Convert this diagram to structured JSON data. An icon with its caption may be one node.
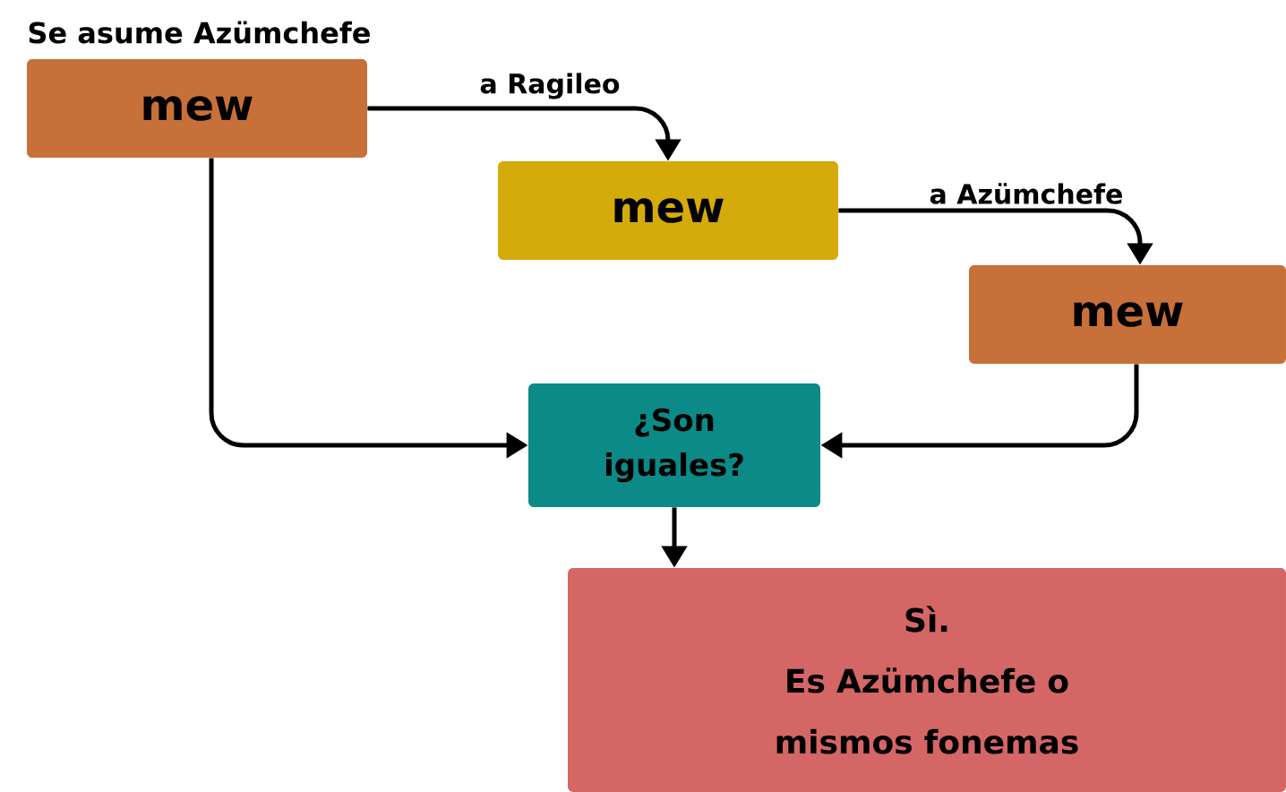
{
  "diagram": {
    "nodes": [
      {
        "text": [
          "Se asume Azümchefe",
          "mew"
        ]
      },
      {
        "text": [
          "mew"
        ]
      },
      {
        "text": [
          "mew"
        ]
      },
      {
        "text": [
          "¿Son iguales?"
        ]
      },
      {
        "text": [
          "Sì.",
          "Es Azümchefe o mismos fonemas"
        ]
      }
    ],
    "edges": [
      {
        "from": 0,
        "to": 1,
        "arrow": "to",
        "label": "a Ragileo"
      },
      {
        "from": 1,
        "to": 2,
        "arrow": "to",
        "label": "a Azümchefe"
      },
      {
        "from": 0,
        "to": 3,
        "arrow": "to"
      },
      {
        "from": 2,
        "to": 3,
        "arrow": "to"
      },
      {
        "from": 3,
        "to": 4,
        "arrow": "to"
      }
    ]
  }
}
